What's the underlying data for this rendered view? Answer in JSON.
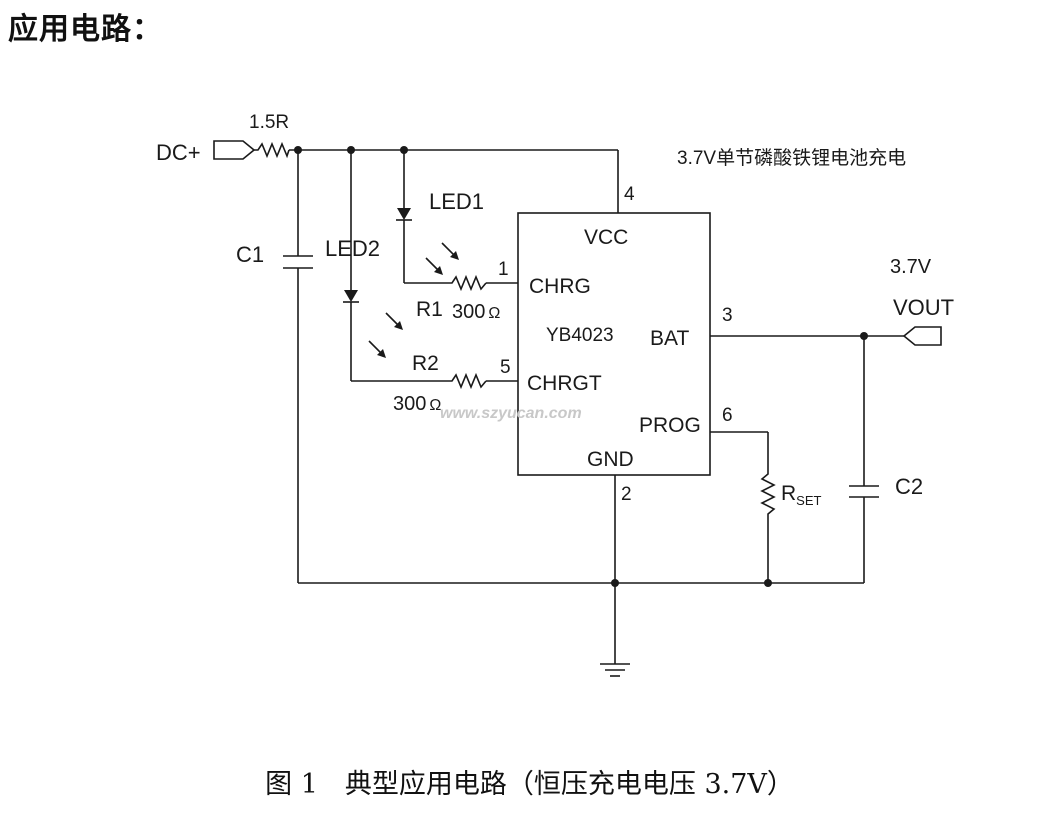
{
  "heading": "应用电路：",
  "caption": "图 1　典型应用电路（恒压充电电压 3.7V）",
  "schematic": {
    "title_note": "3.7V单节磷酸铁锂电池充电",
    "watermark": "www.szyucan.com",
    "input_label": "DC+",
    "input_resistor_label": "1.5R",
    "ic": {
      "part_number": "YB4023",
      "pins": {
        "vcc": {
          "name": "VCC",
          "number": "4"
        },
        "chrg": {
          "name": "CHRG",
          "number": "1"
        },
        "chrgt": {
          "name": "CHRGT",
          "number": "5"
        },
        "bat": {
          "name": "BAT",
          "number": "3"
        },
        "prog": {
          "name": "PROG",
          "number": "6"
        },
        "gnd": {
          "name": "GND",
          "number": "2"
        }
      }
    },
    "components": {
      "c1": "C1",
      "c2": "C2",
      "led1": "LED1",
      "led2": "LED2",
      "r1": "R1",
      "r1_value": "300",
      "r2": "R2",
      "r2_value": "300",
      "ohm": "Ω",
      "rset": "R",
      "rset_sub": "SET"
    },
    "output": {
      "voltage": "3.7V",
      "label": "VOUT"
    }
  }
}
